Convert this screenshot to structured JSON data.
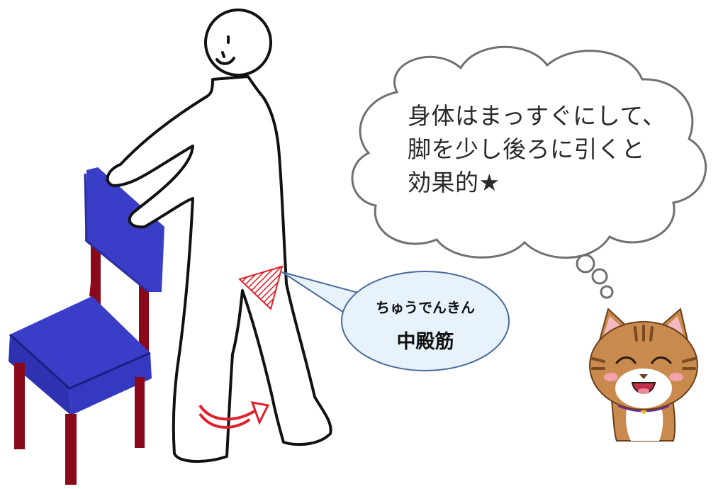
{
  "thought_bubble": {
    "line1": "身体はまっすぐにして、",
    "line2": "脚を少し後ろに引くと",
    "line3": "効果的★"
  },
  "muscle_label": {
    "reading": "ちゅうでんきん",
    "name": "中殿筋"
  },
  "colors": {
    "chair_seat": "#3a3dc8",
    "chair_legs": "#8a0a1c",
    "muscle_highlight": "#e0202a",
    "arrow": "#e0202a",
    "label_bubble_fill": "#e7f2fb",
    "label_bubble_stroke": "#4a6a9a",
    "cat_fur": "#c98a4e"
  },
  "icons": [
    "chair-illustration",
    "stick-figure",
    "cat-character",
    "thought-cloud",
    "motion-arrow"
  ]
}
